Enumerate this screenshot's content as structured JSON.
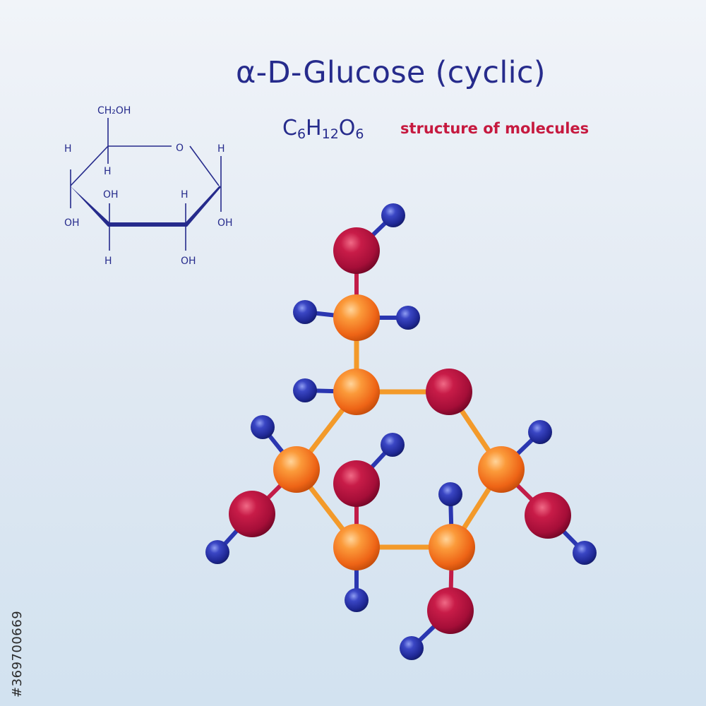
{
  "title": "α-D-Glucose  (cyclic)",
  "formula": {
    "parts": [
      {
        "el": "C",
        "n": "6"
      },
      {
        "el": "H",
        "n": "12"
      },
      {
        "el": "O",
        "n": "6"
      }
    ]
  },
  "subtitle": "structure of molecules",
  "stock_id": "#369700669",
  "colors": {
    "text_primary": "#262b8c",
    "subtitle": "#c6193f",
    "carbon": "#f07a1a",
    "oxygen": "#b0113e",
    "hydrogen": "#2630a0",
    "bond_carbon": "#f39a2a"
  },
  "haworth_labels": {
    "ch2oh": "CH₂OH",
    "ring_o": "O",
    "h_c5": "H",
    "h_c4": "H",
    "h_c1": "H",
    "oh_c4": "OH",
    "oh_c3": "OH",
    "h_c2": "H",
    "oh_c1": "OH",
    "h_c3": "H",
    "oh_c2": "OH"
  }
}
